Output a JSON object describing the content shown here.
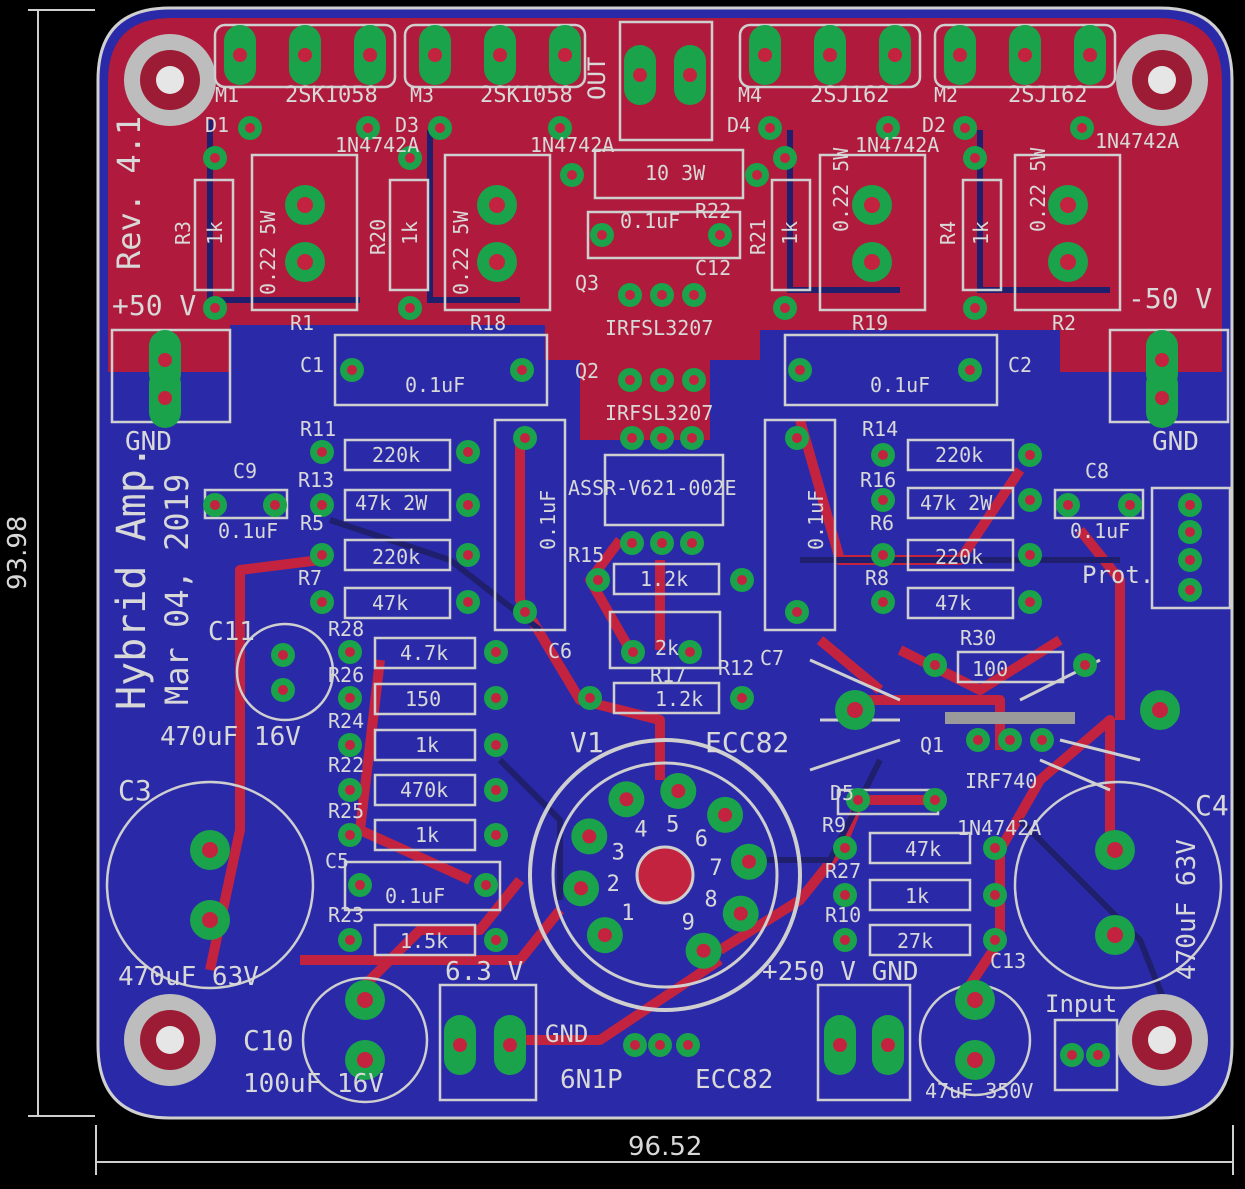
{
  "colors": {
    "background": "#000000",
    "top_copper": "#c4233f",
    "top_fill": "#b01a3c",
    "bottom_copper": "#2a2aa8",
    "pad": "#1aa34a",
    "silk": "#d8d8d8",
    "hole_ring": "#d0d0d0"
  },
  "dimensions": {
    "height": "93.98",
    "width": "96.52"
  },
  "board": {
    "revision": "Rev. 4.1",
    "title": "Hybrid Amp.",
    "date": "Mar 04, 2019"
  },
  "rails": {
    "pos": "+50 V",
    "neg": "-50 V",
    "gnd_left": "GND",
    "gnd_right": "GND",
    "out": "OUT",
    "heater": "6.3 V",
    "gnd_heater": "GND",
    "hv": "+250 V GND",
    "input": "Input",
    "prot": "Prot.",
    "tube_alt": "6N1P",
    "tube_alt2": "ECC82"
  },
  "mosfets": [
    {
      "ref": "M1",
      "part": "2SK1058"
    },
    {
      "ref": "M3",
      "part": "2SK1058"
    },
    {
      "ref": "M4",
      "part": "2SJ162"
    },
    {
      "ref": "M2",
      "part": "2SJ162"
    }
  ],
  "diodes": [
    {
      "ref": "D1",
      "part": "1N4742A"
    },
    {
      "ref": "D3",
      "part": "1N4742A"
    },
    {
      "ref": "D4",
      "part": "1N4742A"
    },
    {
      "ref": "D2",
      "part": "1N4742A"
    },
    {
      "ref": "D5",
      "part": "1N4742A"
    }
  ],
  "resistors": [
    {
      "ref": "R3",
      "value": "1k"
    },
    {
      "ref": "R20",
      "value": "1k"
    },
    {
      "ref": "R21",
      "value": "1k"
    },
    {
      "ref": "R4",
      "value": "1k"
    },
    {
      "ref": "R1",
      "value": "0.22 5W"
    },
    {
      "ref": "R18",
      "value": "0.22 5W"
    },
    {
      "ref": "R19",
      "value": "0.22 5W"
    },
    {
      "ref": "R2",
      "value": "0.22 5W"
    },
    {
      "ref": "R22",
      "value": "10 3W"
    },
    {
      "ref": "R11",
      "value": "220k"
    },
    {
      "ref": "R13",
      "value": "47k 2W"
    },
    {
      "ref": "R5",
      "value": "220k"
    },
    {
      "ref": "R7",
      "value": "47k"
    },
    {
      "ref": "R14",
      "value": "220k"
    },
    {
      "ref": "R16",
      "value": "47k 2W"
    },
    {
      "ref": "R6",
      "value": "220k"
    },
    {
      "ref": "R8",
      "value": "47k"
    },
    {
      "ref": "R15",
      "value": "1.2k"
    },
    {
      "ref": "R17",
      "value": "2k"
    },
    {
      "ref": "R12",
      "value": "1.2k"
    },
    {
      "ref": "R28",
      "value": "4.7k"
    },
    {
      "ref": "R26",
      "value": "150"
    },
    {
      "ref": "R24",
      "value": "1k"
    },
    {
      "ref": "R22b",
      "value": "470k"
    },
    {
      "ref": "R25",
      "value": "1k"
    },
    {
      "ref": "R23",
      "value": "1.5k"
    },
    {
      "ref": "R30",
      "value": "100"
    },
    {
      "ref": "R9",
      "value": "47k"
    },
    {
      "ref": "R27",
      "value": "1k"
    },
    {
      "ref": "R10",
      "value": "27k"
    }
  ],
  "capacitors": [
    {
      "ref": "C1",
      "value": "0.1uF"
    },
    {
      "ref": "C2",
      "value": "0.1uF"
    },
    {
      "ref": "C12",
      "value": "0.1uF"
    },
    {
      "ref": "C9",
      "value": "0.1uF"
    },
    {
      "ref": "C8",
      "value": "0.1uF"
    },
    {
      "ref": "C6",
      "value": "0.1uF"
    },
    {
      "ref": "C7",
      "value": "0.1uF"
    },
    {
      "ref": "C5",
      "value": "0.1uF"
    },
    {
      "ref": "C11",
      "value": "470uF 16V"
    },
    {
      "ref": "C3",
      "value": "470uF 63V"
    },
    {
      "ref": "C4",
      "value": "470uF 63V"
    },
    {
      "ref": "C10",
      "value": "100uF 16V"
    },
    {
      "ref": "C13",
      "value": "47uF 350V"
    }
  ],
  "transistors": [
    {
      "ref": "Q3",
      "part": "IRFSL3207"
    },
    {
      "ref": "Q2",
      "part": "IRFSL3207"
    },
    {
      "ref": "Q1",
      "part": "IRF740"
    }
  ],
  "ic": {
    "part": "ASSR-V621-002E"
  },
  "tube": {
    "ref": "V1",
    "part": "ECC82",
    "pins": [
      "1",
      "2",
      "3",
      "4",
      "5",
      "6",
      "7",
      "8",
      "9"
    ]
  }
}
